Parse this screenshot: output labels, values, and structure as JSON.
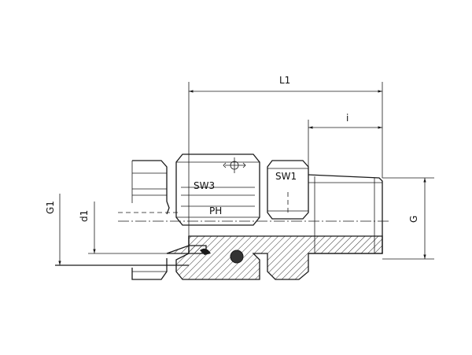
{
  "labels": {
    "length_overall": "L1",
    "thread_length": "i",
    "wrench_size_3": "SW3",
    "wrench_size_1": "SW1",
    "pin_marking": "PH",
    "tube_outer_diameter": "G1",
    "bore_diameter": "d1",
    "thread_size": "G"
  },
  "colors": {
    "line": "#1a1a1a",
    "o_ring": "#333333",
    "background": "#ffffff"
  }
}
